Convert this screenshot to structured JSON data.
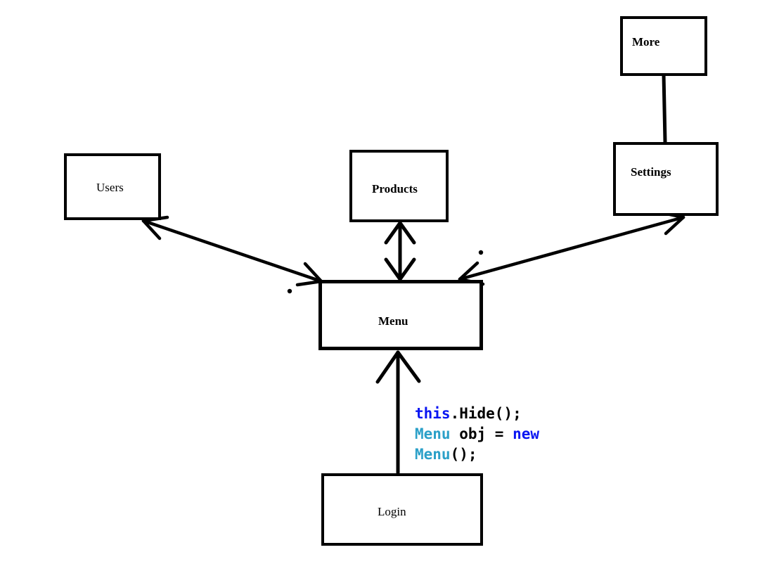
{
  "canvas": {
    "background": "#ffffff",
    "ink_color": "#000000"
  },
  "nodes": [
    {
      "id": "users",
      "label": "Users"
    },
    {
      "id": "products",
      "label": "Products"
    },
    {
      "id": "more",
      "label": "More"
    },
    {
      "id": "settings",
      "label": "Settings"
    },
    {
      "id": "menu",
      "label": "Menu"
    },
    {
      "id": "login",
      "label": "Login"
    }
  ],
  "edges": [
    {
      "from": "More",
      "to": "Settings",
      "style": "plain-line"
    },
    {
      "from": "Users",
      "to": "Menu",
      "style": "double-arrow"
    },
    {
      "from": "Products",
      "to": "Menu",
      "style": "double-arrow"
    },
    {
      "from": "Settings",
      "to": "Menu",
      "style": "double-arrow"
    },
    {
      "from": "Login",
      "to": "Menu",
      "style": "single-arrow",
      "arrow_points_into": "Menu"
    }
  ],
  "marks": [
    {
      "type": "stray-dot",
      "near": "menu-top-left"
    },
    {
      "type": "stray-dot",
      "near": "settings-menu-arrow"
    }
  ],
  "code": {
    "colors": {
      "keyword": "#0a16f2",
      "class_name": "#2ba0c8",
      "plain": "#000000"
    },
    "lines": [
      {
        "tokens": [
          {
            "text": "this",
            "role": "keyword"
          },
          {
            "text": ".Hide();",
            "role": "plain"
          }
        ]
      },
      {
        "tokens": [
          {
            "text": "Menu",
            "role": "class_name"
          },
          {
            "text": " obj = ",
            "role": "plain"
          },
          {
            "text": "new",
            "role": "keyword"
          }
        ]
      },
      {
        "tokens": [
          {
            "text": "Menu",
            "role": "class_name"
          },
          {
            "text": "();",
            "role": "plain"
          }
        ]
      }
    ]
  }
}
